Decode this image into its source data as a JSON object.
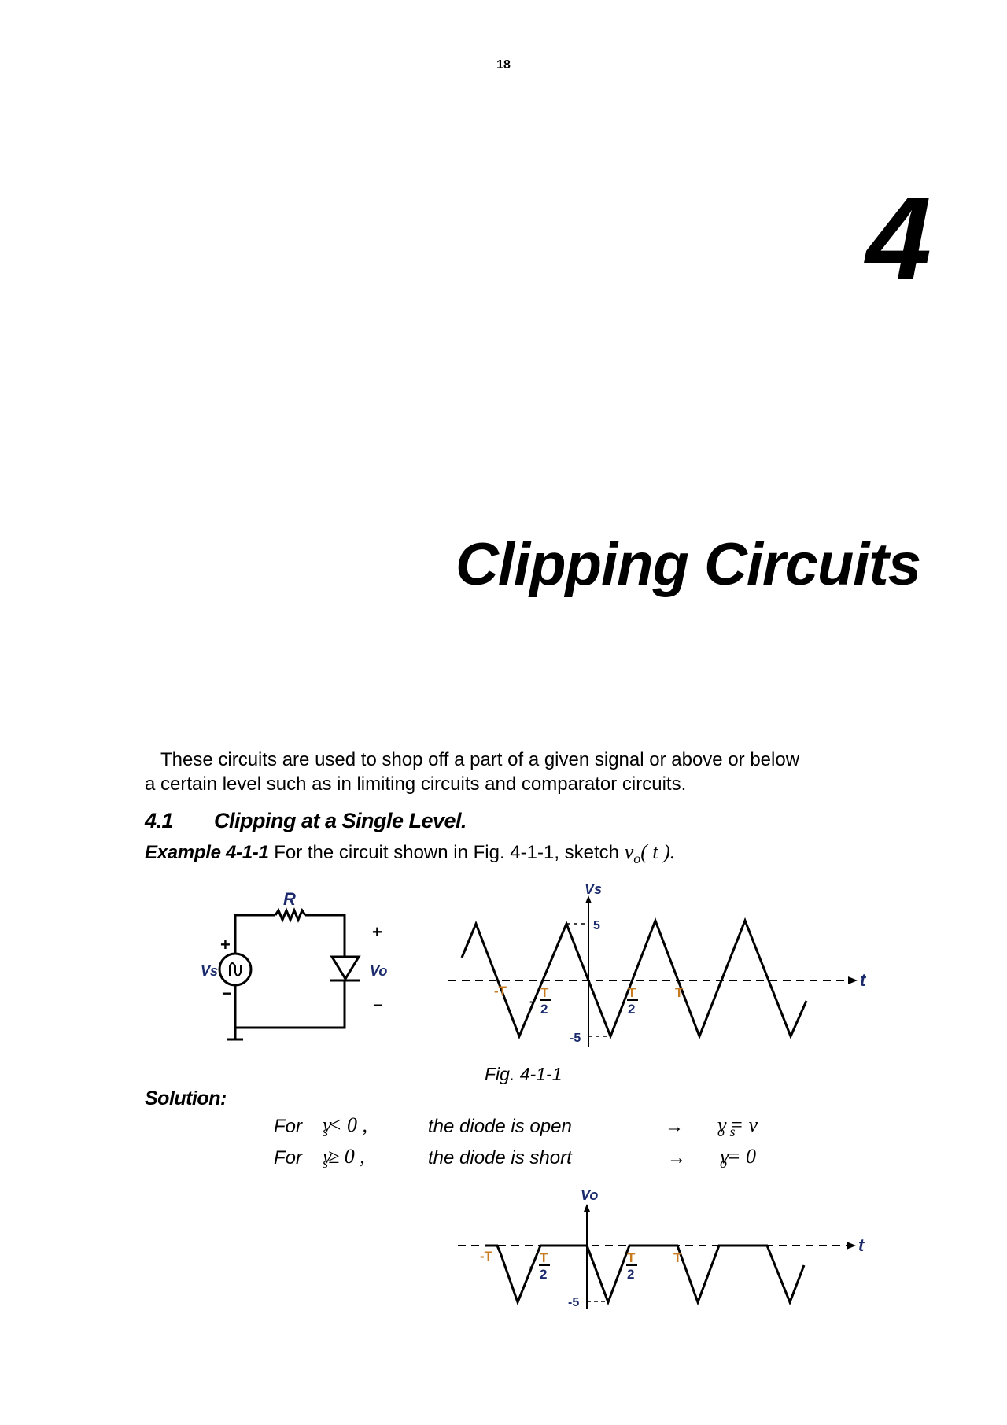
{
  "page": {
    "number": "18"
  },
  "chapter": {
    "number": "4",
    "title": "Clipping Circuits"
  },
  "intro": {
    "line1": "These circuits are used to shop off a part of a given signal or above or below",
    "line2": "a certain level such as in limiting circuits and comparator circuits."
  },
  "section": {
    "number": "4.1",
    "title": "Clipping at a Single Level."
  },
  "example": {
    "label": "Example 4-1-1",
    "text": "For the circuit shown in Fig. 4-1-1, sketch",
    "math_var": "v",
    "math_sub": "o",
    "math_arg": "( t ).",
    "caption": "Fig. 4-1-1"
  },
  "circuit": {
    "resistor_label": "R",
    "source_label": "Vs",
    "source_plus": "+",
    "source_minus": "−",
    "output_label": "Vo",
    "output_plus": "+",
    "output_minus": "−"
  },
  "solution": {
    "label": "Solution:",
    "rows": [
      {
        "for": "For",
        "cond_var": "v",
        "cond_sub": "s",
        "cond_rel": "< 0 ,",
        "state": "the diode is open",
        "arrow": "→",
        "res_var": "v",
        "res_sub": "o",
        "res_rel": "= v",
        "res_sub2": "s"
      },
      {
        "for": "For",
        "cond_var": "v",
        "cond_sub": "s",
        "cond_rel": "≥ 0 ,",
        "state": "the diode is short",
        "arrow": "→",
        "res_var": "v",
        "res_sub": "o",
        "res_rel": "= 0",
        "res_sub2": ""
      }
    ]
  },
  "chart_data": [
    {
      "type": "line",
      "title": "vs",
      "ylabel": "vs",
      "xlabel": "t",
      "ylim": [
        -5,
        5
      ],
      "y_ticks": [
        "5",
        "-5"
      ],
      "x_ticks": [
        "-T",
        "-T/2",
        "T/2",
        "T"
      ],
      "description": "Triangular wave, amplitude 5, period T, starting at 0 with negative slope at t=0",
      "x": [
        "-5T/4",
        "-3T/4",
        "-T/4",
        "T/4",
        "3T/4",
        "5T/4",
        "7T/4",
        "9T/4"
      ],
      "values": [
        5,
        -5,
        5,
        -5,
        5,
        -5,
        5,
        -5
      ]
    },
    {
      "type": "line",
      "title": "vo",
      "ylabel": "vo",
      "xlabel": "t",
      "ylim": [
        -5,
        0
      ],
      "y_ticks": [
        "-5"
      ],
      "x_ticks": [
        "-T",
        "-T/2",
        "T/2",
        "T"
      ],
      "description": "Clipped triangular wave: vo = vs for vs < 0, vo = 0 for vs >= 0",
      "x": [
        "-T",
        "-3T/4",
        "-T/2",
        "0",
        "T/4",
        "T/2",
        "T",
        "5T/4",
        "3T/2",
        "2T",
        "9T/4"
      ],
      "values": [
        0,
        -5,
        0,
        0,
        -5,
        0,
        0,
        -5,
        0,
        0,
        -5
      ]
    }
  ],
  "labels": {
    "vs_axis": "Vs",
    "vo_axis": "Vo",
    "t_axis": "t",
    "five": "5",
    "neg_five": "-5",
    "neg_T": "-T",
    "T": "T",
    "half_num": "T",
    "half_den": "2",
    "minus": "-"
  },
  "colors": {
    "label_orange": "#c87a1e",
    "label_blue": "#1a2a6c",
    "ink": "#000000"
  }
}
